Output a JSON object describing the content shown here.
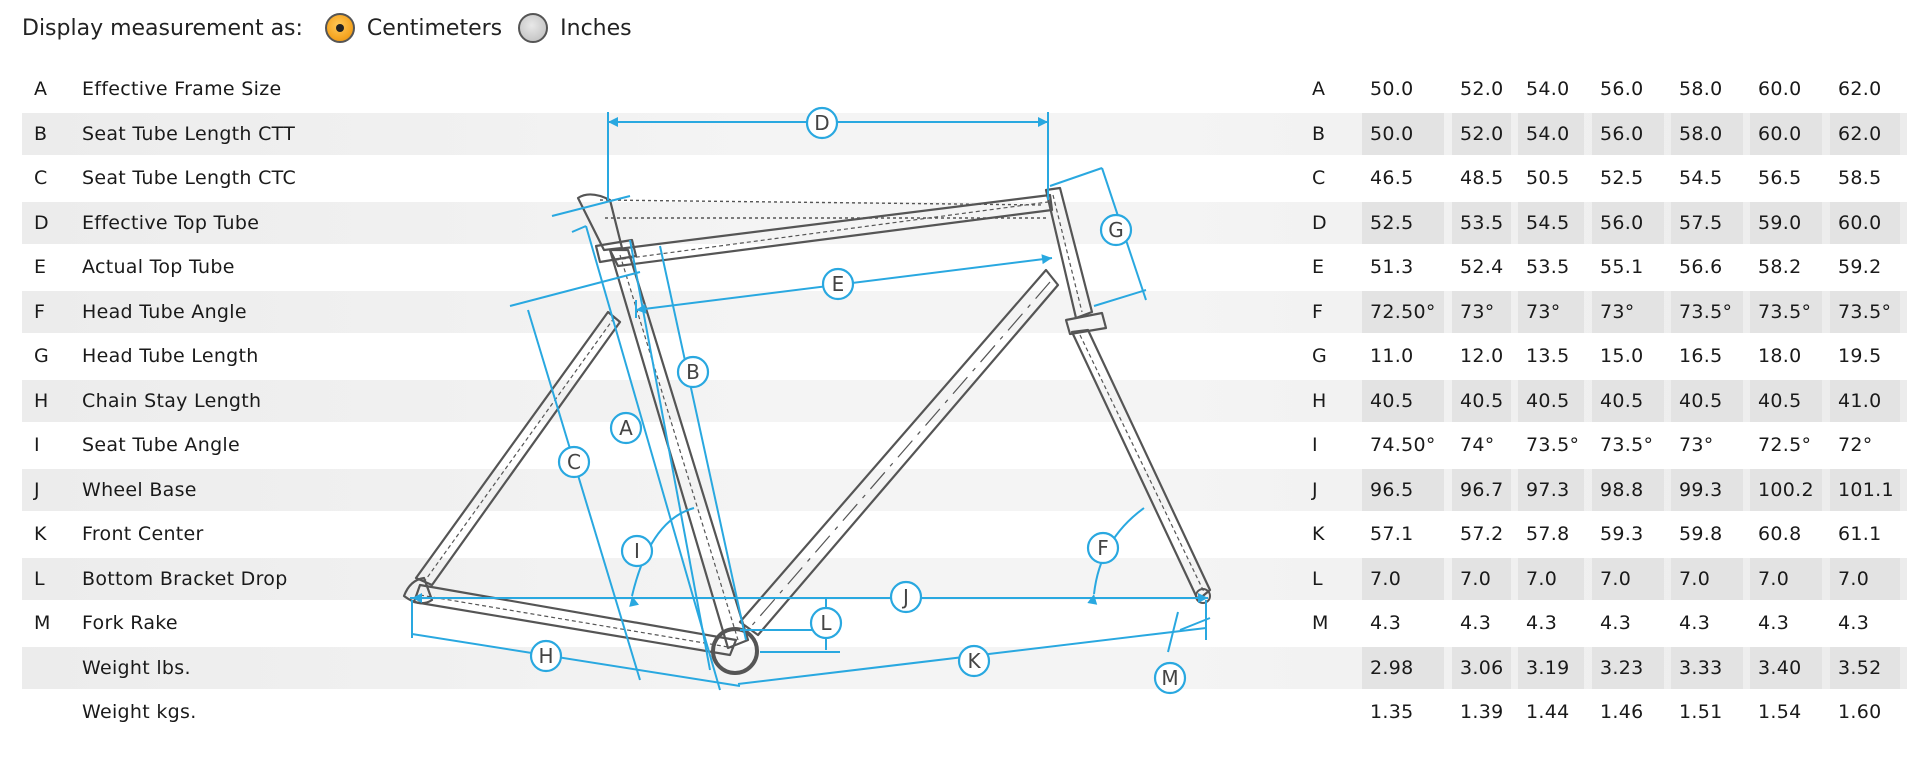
{
  "units": {
    "label": "Display measurement as:",
    "options": [
      {
        "label": "Centimeters",
        "selected": true
      },
      {
        "label": "Inches",
        "selected": false
      }
    ]
  },
  "rows": [
    {
      "letter": "A",
      "name": "Effective Frame Size",
      "values": [
        "50.0",
        "52.0",
        "54.0",
        "56.0",
        "58.0",
        "60.0",
        "62.0"
      ]
    },
    {
      "letter": "B",
      "name": "Seat Tube Length CTT",
      "values": [
        "50.0",
        "52.0",
        "54.0",
        "56.0",
        "58.0",
        "60.0",
        "62.0"
      ]
    },
    {
      "letter": "C",
      "name": "Seat Tube Length CTC",
      "values": [
        "46.5",
        "48.5",
        "50.5",
        "52.5",
        "54.5",
        "56.5",
        "58.5"
      ]
    },
    {
      "letter": "D",
      "name": "Effective Top Tube",
      "values": [
        "52.5",
        "53.5",
        "54.5",
        "56.0",
        "57.5",
        "59.0",
        "60.0"
      ]
    },
    {
      "letter": "E",
      "name": "Actual Top Tube",
      "values": [
        "51.3",
        "52.4",
        "53.5",
        "55.1",
        "56.6",
        "58.2",
        "59.2"
      ]
    },
    {
      "letter": "F",
      "name": "Head Tube Angle",
      "values": [
        "72.50°",
        "73°",
        "73°",
        "73°",
        "73.5°",
        "73.5°",
        "73.5°"
      ]
    },
    {
      "letter": "G",
      "name": "Head Tube Length",
      "values": [
        "11.0",
        "12.0",
        "13.5",
        "15.0",
        "16.5",
        "18.0",
        "19.5"
      ]
    },
    {
      "letter": "H",
      "name": "Chain Stay Length",
      "values": [
        "40.5",
        "40.5",
        "40.5",
        "40.5",
        "40.5",
        "40.5",
        "41.0"
      ]
    },
    {
      "letter": "I",
      "name": "Seat Tube Angle",
      "values": [
        "74.50°",
        "74°",
        "73.5°",
        "73.5°",
        "73°",
        "72.5°",
        "72°"
      ]
    },
    {
      "letter": "J",
      "name": "Wheel Base",
      "values": [
        "96.5",
        "96.7",
        "97.3",
        "98.8",
        "99.3",
        "100.2",
        "101.1"
      ]
    },
    {
      "letter": "K",
      "name": "Front Center",
      "values": [
        "57.1",
        "57.2",
        "57.8",
        "59.3",
        "59.8",
        "60.8",
        "61.1"
      ]
    },
    {
      "letter": "L",
      "name": "Bottom Bracket Drop",
      "values": [
        "7.0",
        "7.0",
        "7.0",
        "7.0",
        "7.0",
        "7.0",
        "7.0"
      ]
    },
    {
      "letter": "M",
      "name": "Fork Rake",
      "values": [
        "4.3",
        "4.3",
        "4.3",
        "4.3",
        "4.3",
        "4.3",
        "4.3"
      ]
    },
    {
      "letter": "",
      "name": "Weight lbs.",
      "values": [
        "2.98",
        "3.06",
        "3.19",
        "3.23",
        "3.33",
        "3.40",
        "3.52"
      ]
    },
    {
      "letter": "",
      "name": "Weight kgs.",
      "values": [
        "1.35",
        "1.39",
        "1.44",
        "1.46",
        "1.51",
        "1.54",
        "1.60"
      ]
    }
  ],
  "diagram": {
    "line_color": "#29a8e0",
    "frame_color": "#555555",
    "markers": [
      "A",
      "B",
      "C",
      "D",
      "E",
      "F",
      "G",
      "H",
      "I",
      "J",
      "K",
      "L",
      "M"
    ]
  }
}
